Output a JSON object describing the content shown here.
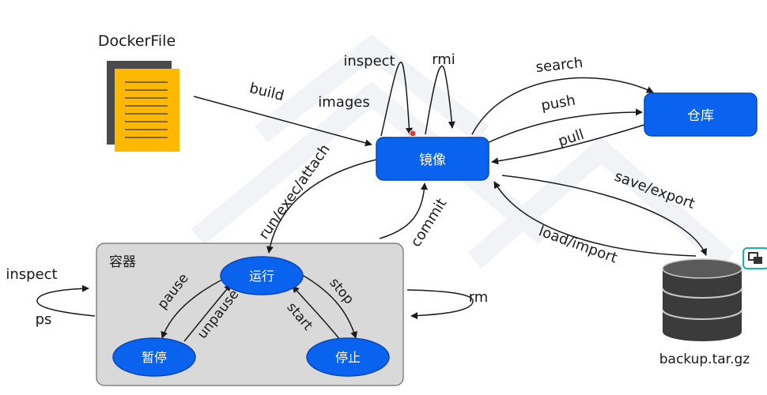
{
  "colors": {
    "node_blue": "#0a63ee",
    "node_blue_border": "#0747b5",
    "file_yellow": "#ffb800",
    "container_bg": "#d9d9d9",
    "container_border": "#6e6e6e",
    "db_dark": "#3b3b3b",
    "arrow": "#1a1a1a"
  },
  "nodes": {
    "dockerfile_label": "DockerFile",
    "image": "镜像",
    "registry": "仓库",
    "container_group": "容器",
    "running": "运行",
    "paused": "暂停",
    "stopped": "停止",
    "backup": "backup.tar.gz"
  },
  "edges": {
    "build": "build",
    "inspect_image": "inspect",
    "rmi": "rmi",
    "images": "images",
    "search": "search",
    "push": "push",
    "pull": "pull",
    "save_export": "save/export",
    "load_import": "load/import",
    "run_exec_attach": "run/exec/attach",
    "commit": "commit",
    "pause": "pause",
    "unpause": "unpause",
    "stop": "stop",
    "start": "start",
    "rm": "rm",
    "inspect_container": "inspect",
    "ps": "ps"
  },
  "icons": {
    "file": "document-icon",
    "database": "database-icon",
    "overlay": "screen-share-icon"
  }
}
